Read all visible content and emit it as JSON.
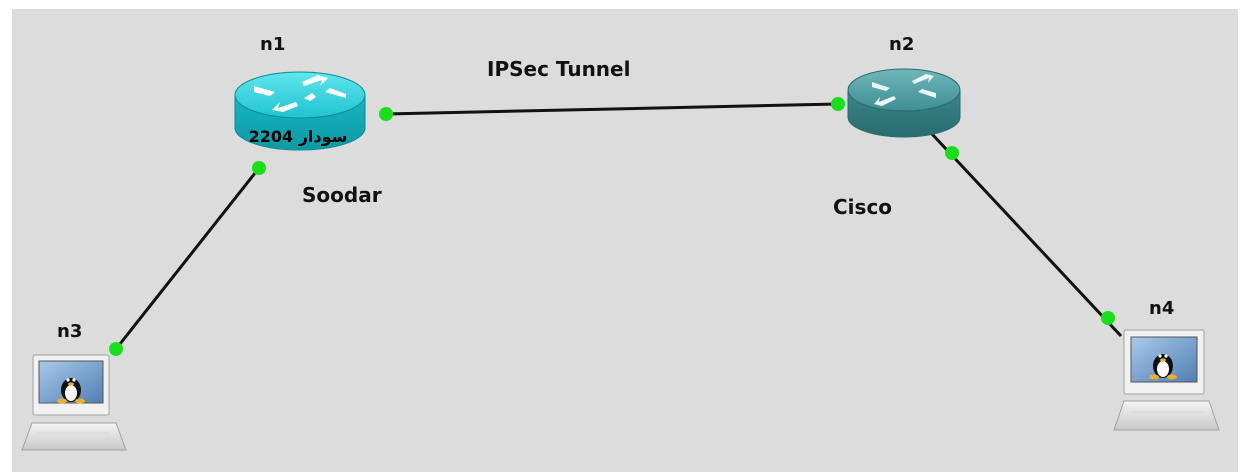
{
  "canvas": {
    "background": "#dcdcdc"
  },
  "colors": {
    "link": "#111111",
    "port": "#18e018",
    "router_soodar": "#17c9d4",
    "router_cisco": "#3f8d91"
  },
  "nodes": {
    "n1": {
      "id": "n1",
      "name": "Soodar",
      "router_text": "سودار 2204",
      "icon": "router-icon"
    },
    "n2": {
      "id": "n2",
      "name": "Cisco",
      "icon": "router-icon"
    },
    "n3": {
      "id": "n3",
      "icon": "linux-laptop-icon"
    },
    "n4": {
      "id": "n4",
      "icon": "linux-laptop-icon"
    }
  },
  "links": {
    "tunnel_label": "IPSec Tunnel"
  }
}
